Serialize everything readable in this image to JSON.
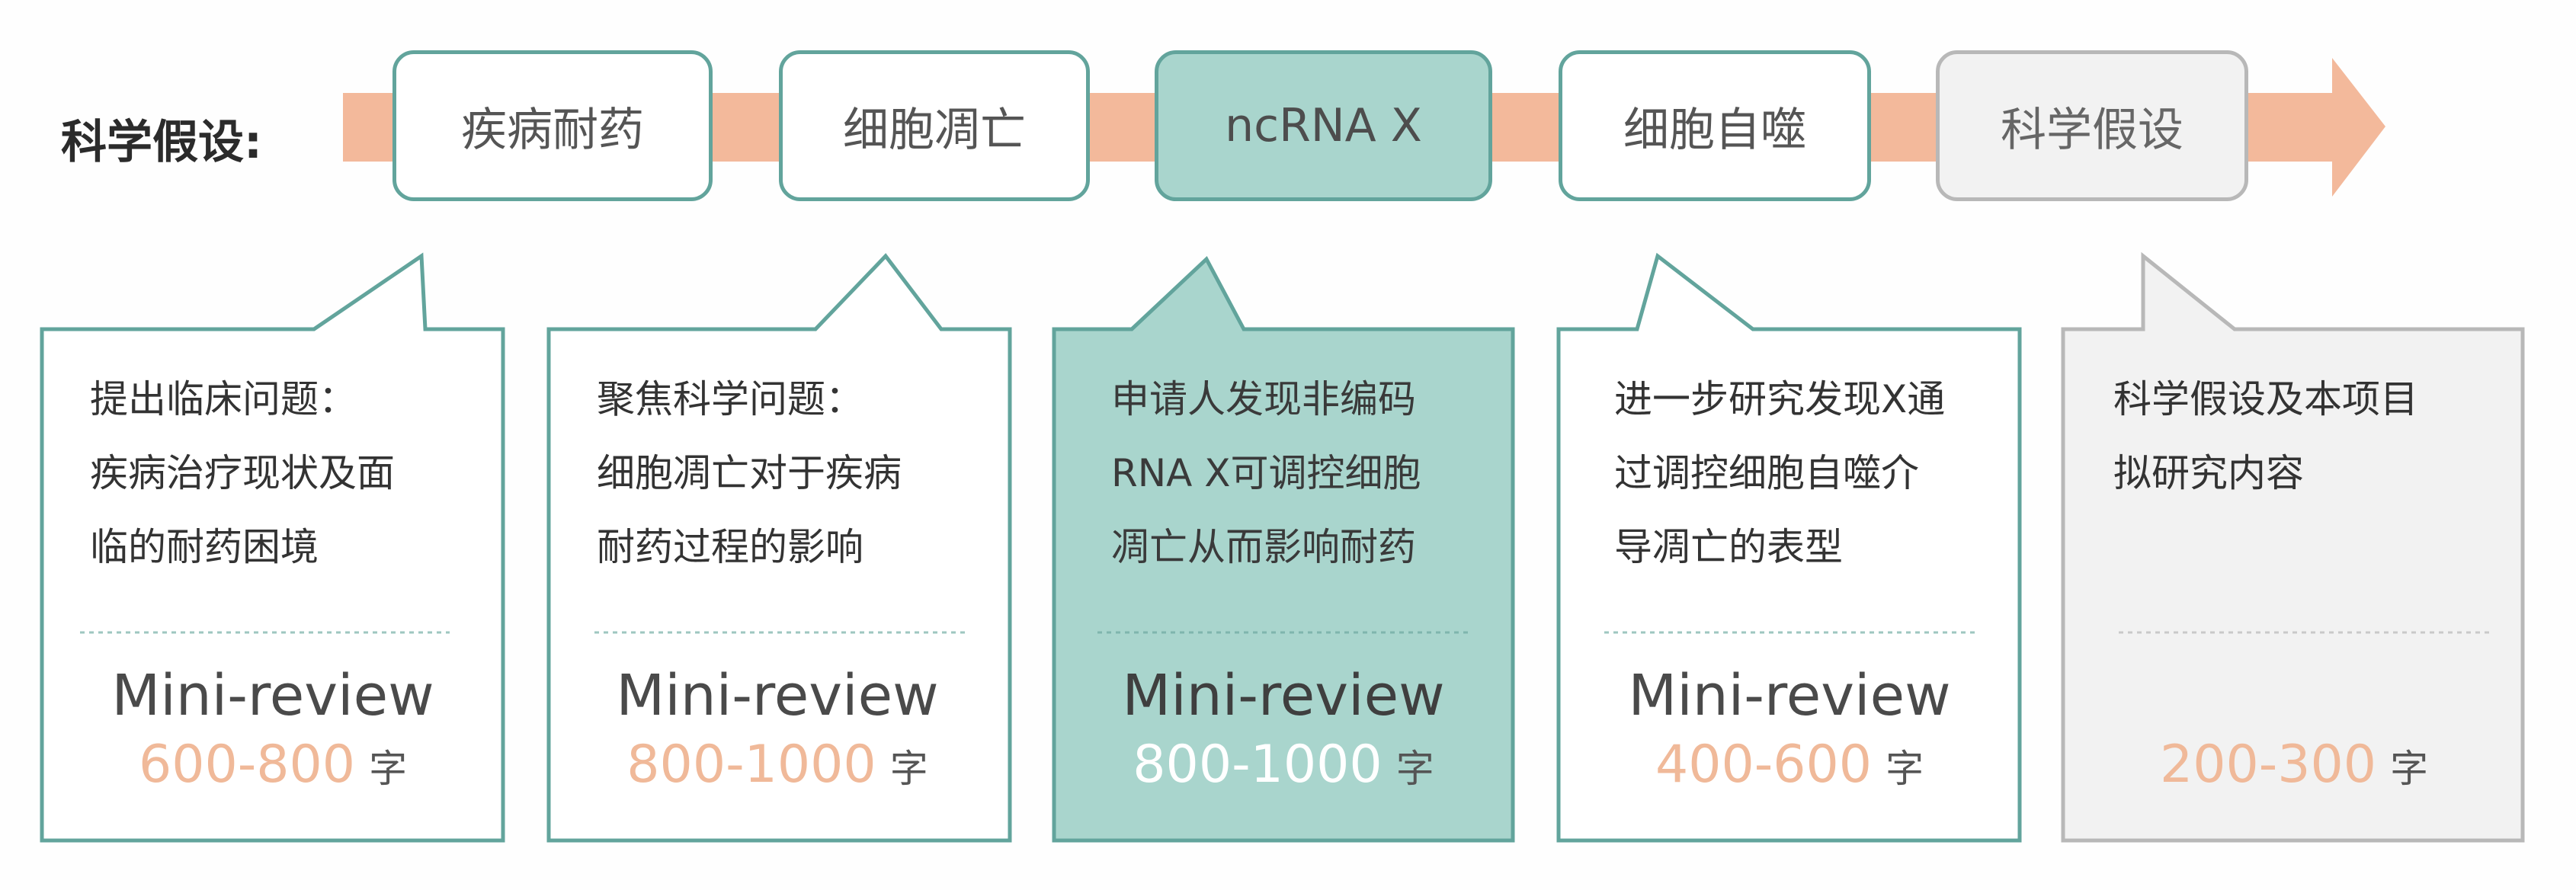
{
  "header": {
    "label": "科学假设:"
  },
  "stages": [
    {
      "name": "疾病耐药"
    },
    {
      "name": "细胞凋亡"
    },
    {
      "name": "ncRNA X"
    },
    {
      "name": "细胞自噬"
    },
    {
      "name": "科学假设"
    }
  ],
  "cards": [
    {
      "lines": [
        "提出临床问题：",
        "疾病治疗现状及面",
        "临的耐药困境"
      ],
      "review_label": "Mini-review",
      "word_count": "600-800",
      "unit": "字"
    },
    {
      "lines": [
        "聚焦科学问题：",
        "细胞凋亡对于疾病",
        "耐药过程的影响"
      ],
      "review_label": "Mini-review",
      "word_count": "800-1000",
      "unit": "字"
    },
    {
      "lines": [
        "申请人发现非编码",
        "RNA X可调控细胞",
        "凋亡从而影响耐药"
      ],
      "review_label": "Mini-review",
      "word_count": "800-1000",
      "unit": "字"
    },
    {
      "lines": [
        "进一步研究发现X通",
        "过调控细胞自噬介",
        "导凋亡的表型"
      ],
      "review_label": "Mini-review",
      "word_count": "400-600",
      "unit": "字"
    },
    {
      "lines": [
        "科学假设及本项目",
        "拟研究内容"
      ],
      "word_count": "200-300",
      "unit": "字"
    }
  ],
  "colors": {
    "arrow": "#f3b99b",
    "teal_border": "#62a49c",
    "teal_fill": "#a9d5cd",
    "grey_border": "#b8b8b8",
    "grey_fill": "#f2f2f2",
    "count_text": "#f0b999"
  }
}
